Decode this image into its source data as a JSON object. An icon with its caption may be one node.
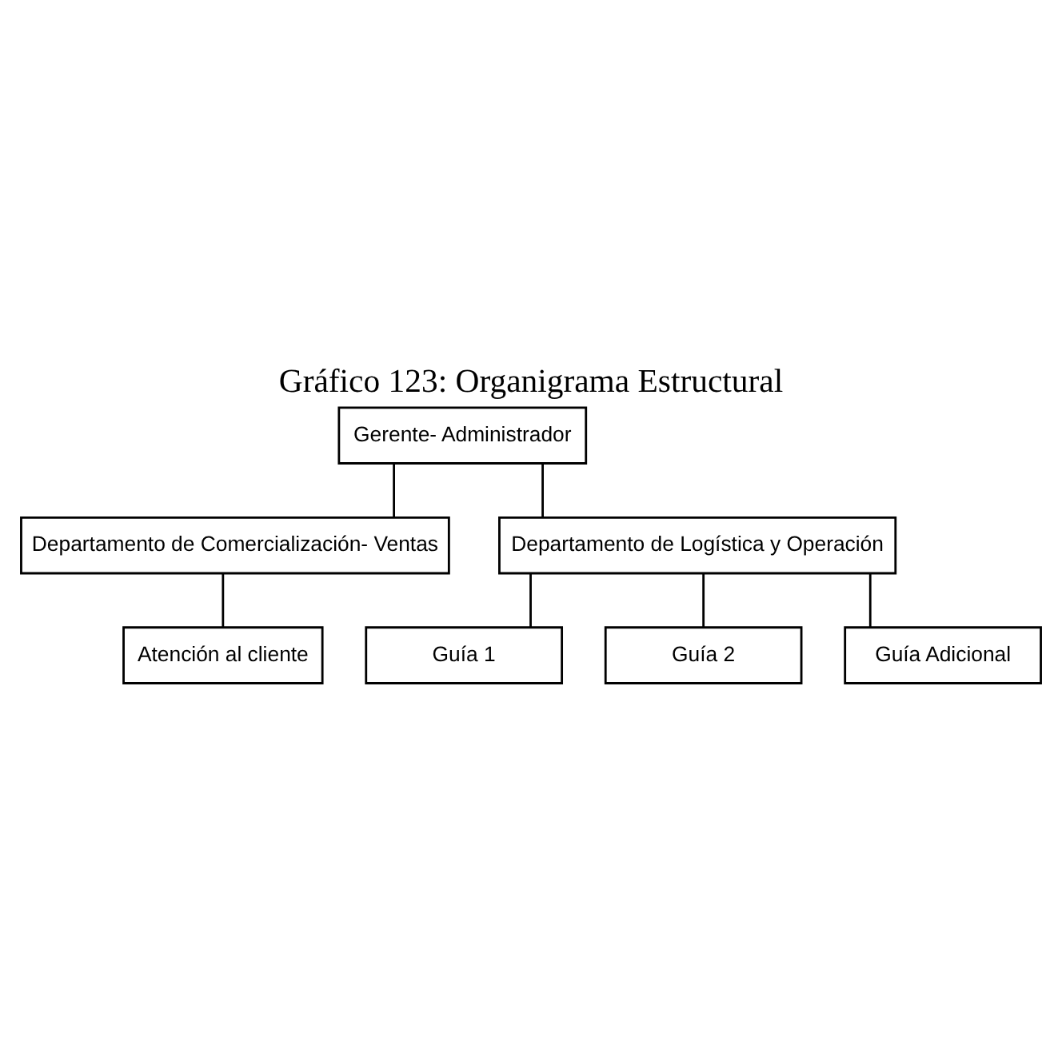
{
  "diagram": {
    "title": "Gráfico 123: Organigrama Estructural",
    "nodes": [
      {
        "text": [
          "Gerente- Administrador"
        ]
      },
      {
        "text": [
          "Departamento de Comercialización- Ventas"
        ]
      },
      {
        "text": [
          "Departamento de Logística y Operación"
        ]
      },
      {
        "text": [
          "Atención al cliente"
        ]
      },
      {
        "text": [
          "Guía 1"
        ]
      },
      {
        "text": [
          "Guía 2"
        ]
      },
      {
        "text": [
          "Guía Adicional"
        ]
      }
    ],
    "edges": [
      {
        "from": 0,
        "to": 1,
        "arrow": "none"
      },
      {
        "from": 0,
        "to": 2,
        "arrow": "none"
      },
      {
        "from": 1,
        "to": 3,
        "arrow": "none"
      },
      {
        "from": 2,
        "to": 4,
        "arrow": "none"
      },
      {
        "from": 2,
        "to": 5,
        "arrow": "none"
      },
      {
        "from": 2,
        "to": 6,
        "arrow": "none"
      }
    ]
  }
}
